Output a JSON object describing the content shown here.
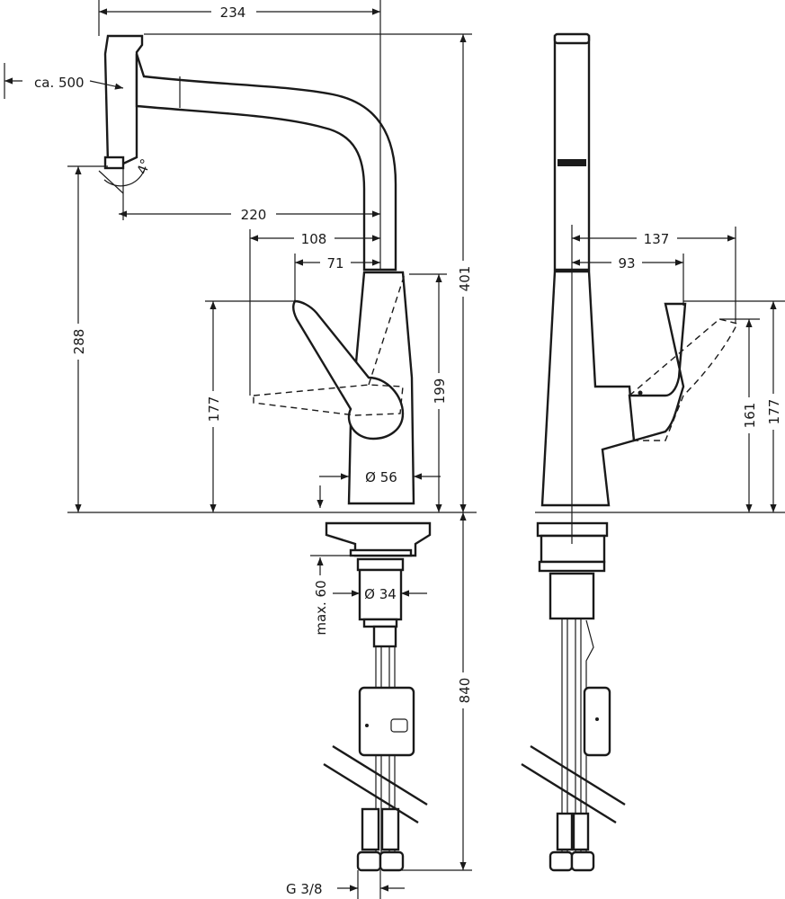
{
  "dimensions": {
    "width_top": "234",
    "pullout": "ca. 500",
    "angle": "4°",
    "reach_spout": "220",
    "lever_108": "108",
    "lever_71": "71",
    "height_total": "401",
    "height_spout": "288",
    "height_lever": "177",
    "height_body": "199",
    "base_diameter": "Ø 56",
    "shank_diameter": "Ø 34",
    "max_thickness": "max. 60",
    "hose_length": "840",
    "connection": "G 3/8",
    "side_137": "137",
    "side_93": "93",
    "side_161": "161",
    "side_177": "177"
  }
}
